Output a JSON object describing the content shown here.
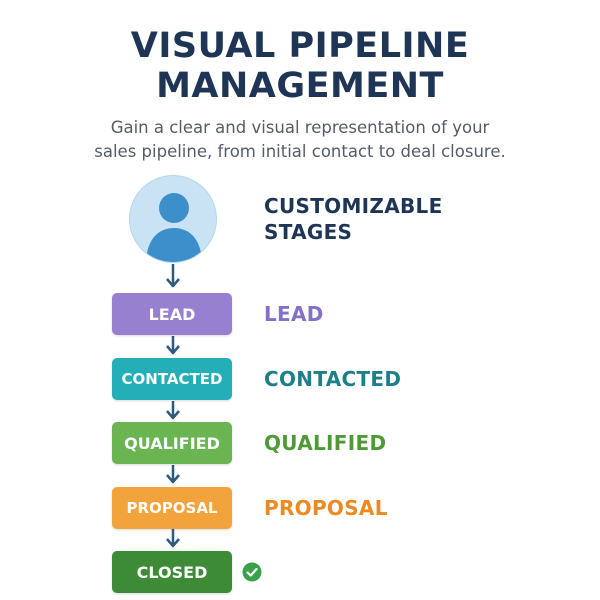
{
  "header": {
    "title_line1": "VISUAL PIPELINE",
    "title_line2": "MANAGEMENT",
    "subtitle_line1": "Gain a clear and visual representation of your",
    "subtitle_line2": "sales pipeline, from initial contact to deal closure."
  },
  "side_heading": {
    "line1": "CUSTOMIZABLE",
    "line2": "STAGES"
  },
  "avatar_icon": "user-icon",
  "complete_icon": "check-circle-icon",
  "colors": {
    "title": "#1f3556",
    "arrow": "#2f5a7e",
    "avatar_bg": "#c9e3f5",
    "avatar_figure": "#3d8fcc",
    "check": "#3aa04a"
  },
  "stages": [
    {
      "box_text": "LEAD",
      "label": "LEAD",
      "box_color": "#9680cf",
      "label_color": "#8470c4"
    },
    {
      "box_text": "CONTACTED",
      "label": "CONTACTED",
      "box_color": "#24aeb8",
      "label_color": "#1d7f8a"
    },
    {
      "box_text": "QUALIFIED",
      "label": "QUALIFIED",
      "box_color": "#6ab552",
      "label_color": "#4d9a36"
    },
    {
      "box_text": "PROPOSAL",
      "label": "PROPOSAL",
      "box_color": "#f2a33c",
      "label_color": "#ec8a22"
    },
    {
      "box_text": "CLOSED",
      "label": "",
      "box_color": "#3e8b37",
      "label_color": "#3e8b37"
    }
  ]
}
